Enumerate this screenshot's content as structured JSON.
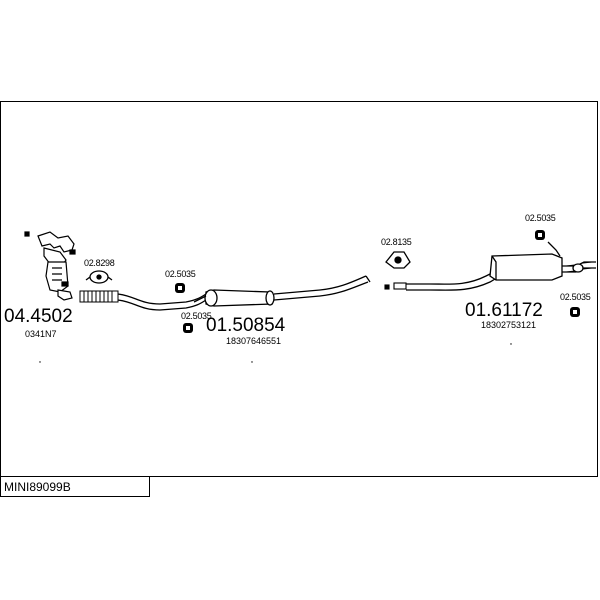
{
  "title": "MINI89099B",
  "parts": {
    "catalyst": {
      "number": "04.4502",
      "oem": "0341N7"
    },
    "clamp_front": {
      "number": "02.8298"
    },
    "hanger_a": {
      "number": "02.5035"
    },
    "hanger_b": {
      "number": "02.5035"
    },
    "middle_silencer": {
      "number": "01.50854",
      "oem": "18307646551"
    },
    "clamp_mid": {
      "number": "02.8135"
    },
    "hanger_c": {
      "number": "02.5035"
    },
    "rear_silencer": {
      "number": "01.61172",
      "oem": "18302753121"
    },
    "hanger_d": {
      "number": "02.5035"
    }
  }
}
